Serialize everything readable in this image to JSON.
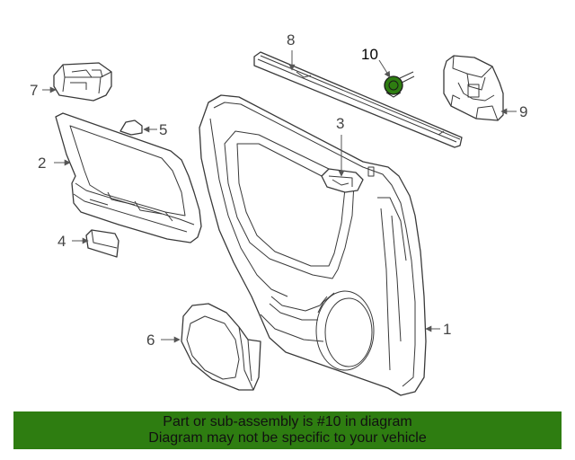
{
  "callouts": {
    "c1": "1",
    "c2": "2",
    "c3": "3",
    "c4": "4",
    "c5": "5",
    "c6": "6",
    "c7": "7",
    "c8": "8",
    "c9": "9",
    "c10": "10"
  },
  "banner": {
    "line1": "Part or sub-assembly is #10 in diagram",
    "line2": "Diagram may not be specific to your vehicle",
    "background_color": "#2e7d11"
  },
  "colors": {
    "highlight_part": "#2e7d11"
  }
}
